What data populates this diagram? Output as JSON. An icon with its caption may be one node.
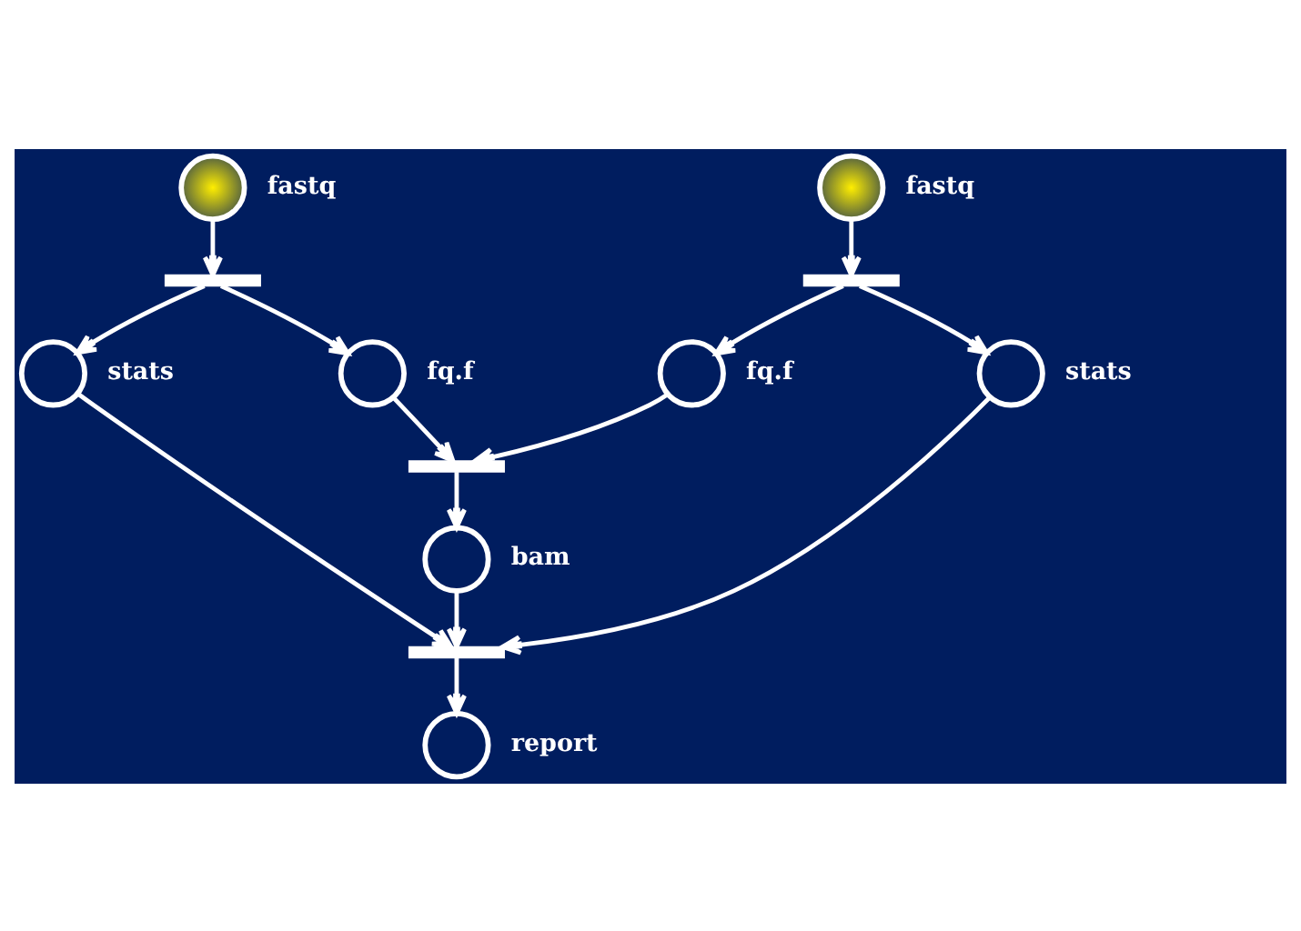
{
  "diagram": {
    "nodes": [
      {
        "text": [],
        "shape": "circle",
        "beside": [
          "fastq"
        ]
      },
      {
        "text": [],
        "shape": "circle",
        "beside": [
          "fastq"
        ]
      },
      {
        "text": [],
        "shape": "bar"
      },
      {
        "text": [],
        "shape": "bar"
      },
      {
        "text": [],
        "shape": "circle",
        "beside": [
          "stats"
        ]
      },
      {
        "text": [],
        "shape": "circle",
        "beside": [
          "fq.f"
        ]
      },
      {
        "text": [],
        "shape": "circle",
        "beside": [
          "fq.f"
        ]
      },
      {
        "text": [],
        "shape": "circle",
        "beside": [
          "stats"
        ]
      },
      {
        "text": [],
        "shape": "bar"
      },
      {
        "text": [],
        "shape": "circle",
        "beside": [
          "bam"
        ]
      },
      {
        "text": [],
        "shape": "bar"
      },
      {
        "text": [],
        "shape": "circle",
        "beside": [
          "report"
        ]
      }
    ],
    "edges": [
      {
        "from": 0,
        "to": 2,
        "arrow": "to"
      },
      {
        "from": 1,
        "to": 3,
        "arrow": "to"
      },
      {
        "from": 2,
        "to": 4,
        "arrow": "to"
      },
      {
        "from": 2,
        "to": 5,
        "arrow": "to"
      },
      {
        "from": 3,
        "to": 6,
        "arrow": "to"
      },
      {
        "from": 3,
        "to": 7,
        "arrow": "to"
      },
      {
        "from": 5,
        "to": 8,
        "arrow": "to"
      },
      {
        "from": 6,
        "to": 8,
        "arrow": "to"
      },
      {
        "from": 8,
        "to": 9,
        "arrow": "to"
      },
      {
        "from": 4,
        "to": 10,
        "arrow": "to"
      },
      {
        "from": 9,
        "to": 10,
        "arrow": "to"
      },
      {
        "from": 7,
        "to": 10,
        "arrow": "to"
      },
      {
        "from": 10,
        "to": 11,
        "arrow": "to"
      }
    ]
  }
}
